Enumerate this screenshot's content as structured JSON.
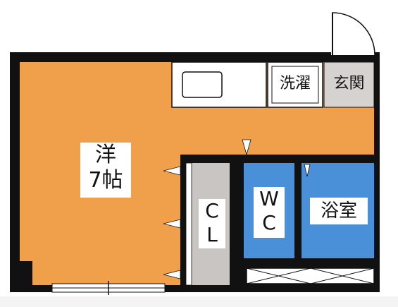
{
  "rooms": {
    "western": {
      "name": "洋",
      "size": "7帖"
    },
    "laundry": {
      "label": "洗濯"
    },
    "entrance": {
      "label": "玄関"
    },
    "closet": {
      "line1": "C",
      "line2": "L"
    },
    "toilet": {
      "line1": "W",
      "line2": "C"
    },
    "bath": {
      "label": "浴室"
    }
  },
  "colors": {
    "floor_main": "#f0a04b",
    "floor_wet": "#4a90d9",
    "closet": "#c9c5c2",
    "entrance": "#d6d2cf",
    "wall": "#111111"
  }
}
